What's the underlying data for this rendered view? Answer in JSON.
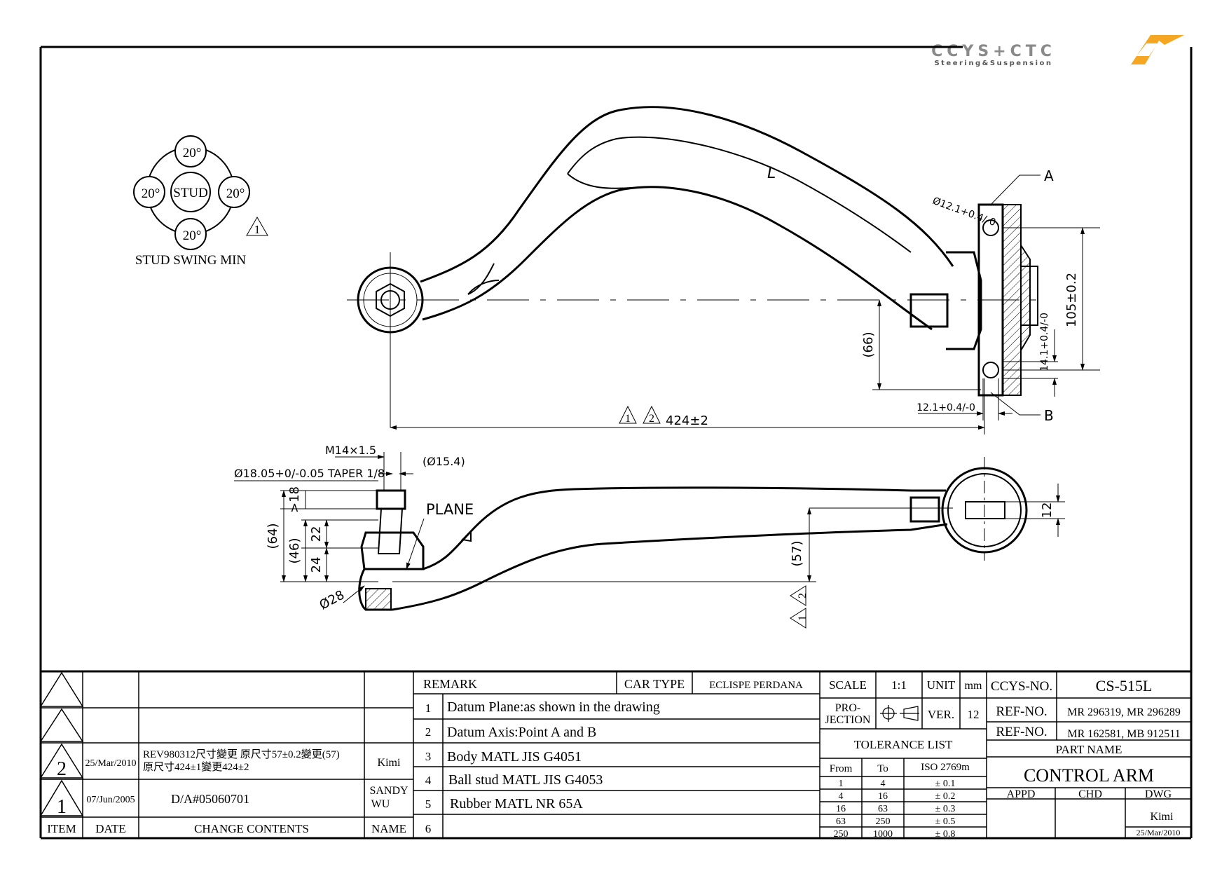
{
  "logo": {
    "wordmark": "CCYS+CTC",
    "tagline": "Steering&Suspension",
    "accent": "#f5a623",
    "gray": "#8a8a8a"
  },
  "stud_swing": {
    "center_label": "STUD",
    "angles": [
      "20°",
      "20°",
      "20°",
      "20°"
    ],
    "caption": "STUD SWING MIN",
    "rev_mark": "1"
  },
  "top_view": {
    "arm_label": "L",
    "datum_a": "A",
    "datum_b": "B",
    "dim_hole": "Ø12.1+0.4/-0",
    "dim_105": "105±0.2",
    "dim_66": "(66)",
    "dim_14": "14.1+0.4/-0",
    "dim_12": "12.1+0.4/-0",
    "dim_424": "424±2",
    "rev_marks": [
      "1",
      "2"
    ]
  },
  "side_view": {
    "thread": "M14×1.5",
    "taper": "Ø18.05+0/-0.05  TAPER 1/8",
    "dia_15": "(Ø15.4)",
    "plane": "PLANE",
    "dim_18": ">18",
    "dim_64": "(64)",
    "dim_46": "(46)",
    "dim_22": "22",
    "dim_24": "24",
    "dim_28": "Ø28",
    "dim_57": "(57)",
    "dim_12": "12",
    "rev_marks": [
      "1",
      "2"
    ]
  },
  "revisions": {
    "headers": {
      "item": "ITEM",
      "date": "DATE",
      "contents": "CHANGE CONTENTS",
      "name": "NAME"
    },
    "rows": [
      {
        "item": "2",
        "date": "25/Mar/2010",
        "contents_line1": "REV980312尺寸變更 原尺寸57±0.2變更(57)",
        "contents_line2": "原尺寸424±1變更424±2",
        "name": "Kimi"
      },
      {
        "item": "1",
        "date": "07/Jun/2005",
        "contents": "D/A#05060701",
        "name_line1": "SANDY",
        "name_line2": "WU"
      }
    ]
  },
  "remarks": {
    "header": "REMARK",
    "car_type_label": "CAR TYPE",
    "car_type": "ECLISPE PERDANA",
    "items": [
      {
        "n": "1",
        "text": "Datum Plane:as shown in the drawing"
      },
      {
        "n": "2",
        "text": "Datum Axis:Point A and B"
      },
      {
        "n": "3",
        "text": "Body MATL JIS G4051"
      },
      {
        "n": "4",
        "text": "Ball stud MATL JIS G4053"
      },
      {
        "n": "5",
        "text": "Rubber MATL NR 65A"
      },
      {
        "n": "6",
        "text": ""
      }
    ]
  },
  "info": {
    "scale_label": "SCALE",
    "scale": "1:1",
    "unit_label": "UNIT",
    "unit": "mm",
    "projection_label_1": "PRO-",
    "projection_label_2": "JECTION",
    "ver_label": "VER.",
    "ver": "12",
    "tolerance_title": "TOLERANCE LIST",
    "tol_headers": [
      "From",
      "To",
      "ISO 2769m"
    ],
    "tol_rows": [
      [
        "1",
        "4",
        "± 0.1"
      ],
      [
        "4",
        "16",
        "± 0.2"
      ],
      [
        "16",
        "63",
        "± 0.3"
      ],
      [
        "63",
        "250",
        "± 0.5"
      ],
      [
        "250",
        "1000",
        "± 0.8"
      ]
    ]
  },
  "part": {
    "ccys_label": "CCYS-NO.",
    "ccys_no": "CS-515L",
    "ref_label_1": "REF-NO.",
    "ref_1": "MR 296319, MR 296289",
    "ref_label_2": "REF-NO.",
    "ref_2": "MR 162581, MB 912511",
    "name_label": "PART NAME",
    "name": "CONTROL ARM",
    "appd": "APPD",
    "chd": "CHD",
    "dwg": "DWG",
    "dwg_name": "Kimi",
    "dwg_date": "25/Mar/2010"
  }
}
